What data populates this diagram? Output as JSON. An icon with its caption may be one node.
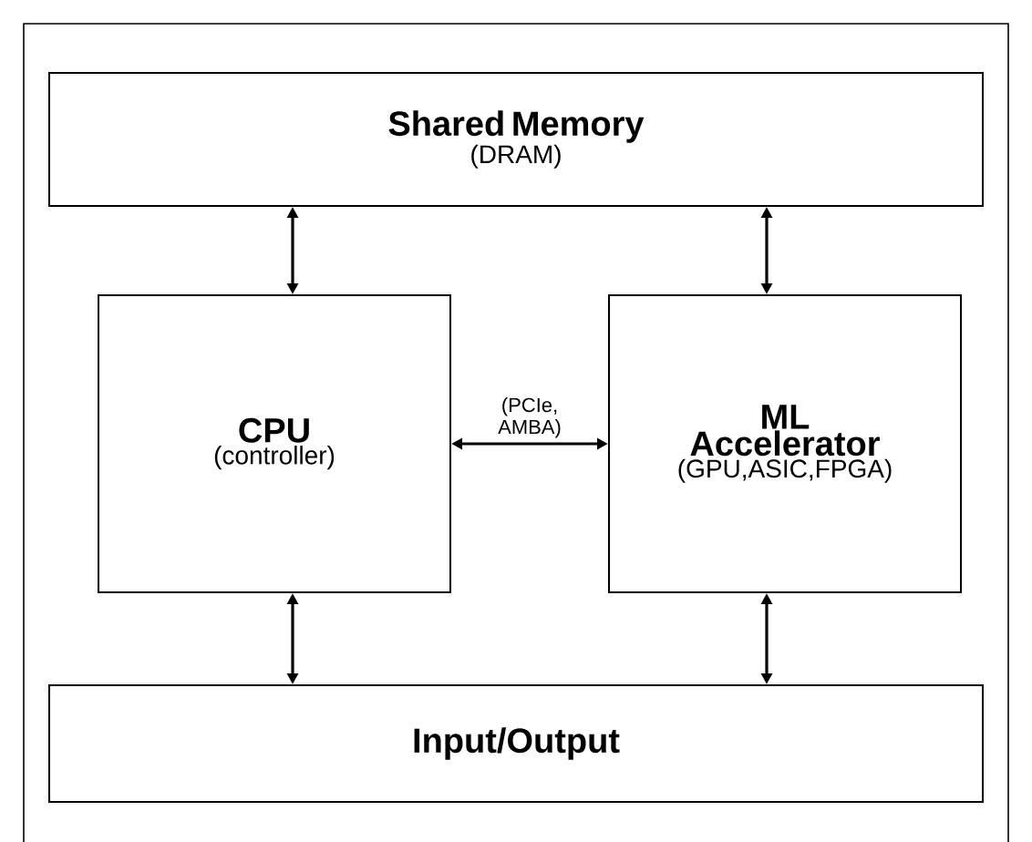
{
  "diagram": {
    "nodes": [
      {
        "text": [
          "Shared Memory",
          "(DRAM)"
        ]
      },
      {
        "text": [
          "CPU",
          "(controller)"
        ]
      },
      {
        "text": [
          "ML Accelerator",
          "(GPU,ASIC,FPGA)"
        ]
      },
      {
        "text": [
          "Input/Output"
        ]
      }
    ],
    "edges": [
      {
        "from": 0,
        "to": 1,
        "arrow": "both"
      },
      {
        "from": 0,
        "to": 2,
        "arrow": "both"
      },
      {
        "from": 1,
        "to": 2,
        "arrow": "both",
        "label": "(PCIe, AMBA)"
      },
      {
        "from": 1,
        "to": 3,
        "arrow": "both"
      },
      {
        "from": 2,
        "to": 3,
        "arrow": "both"
      }
    ]
  }
}
